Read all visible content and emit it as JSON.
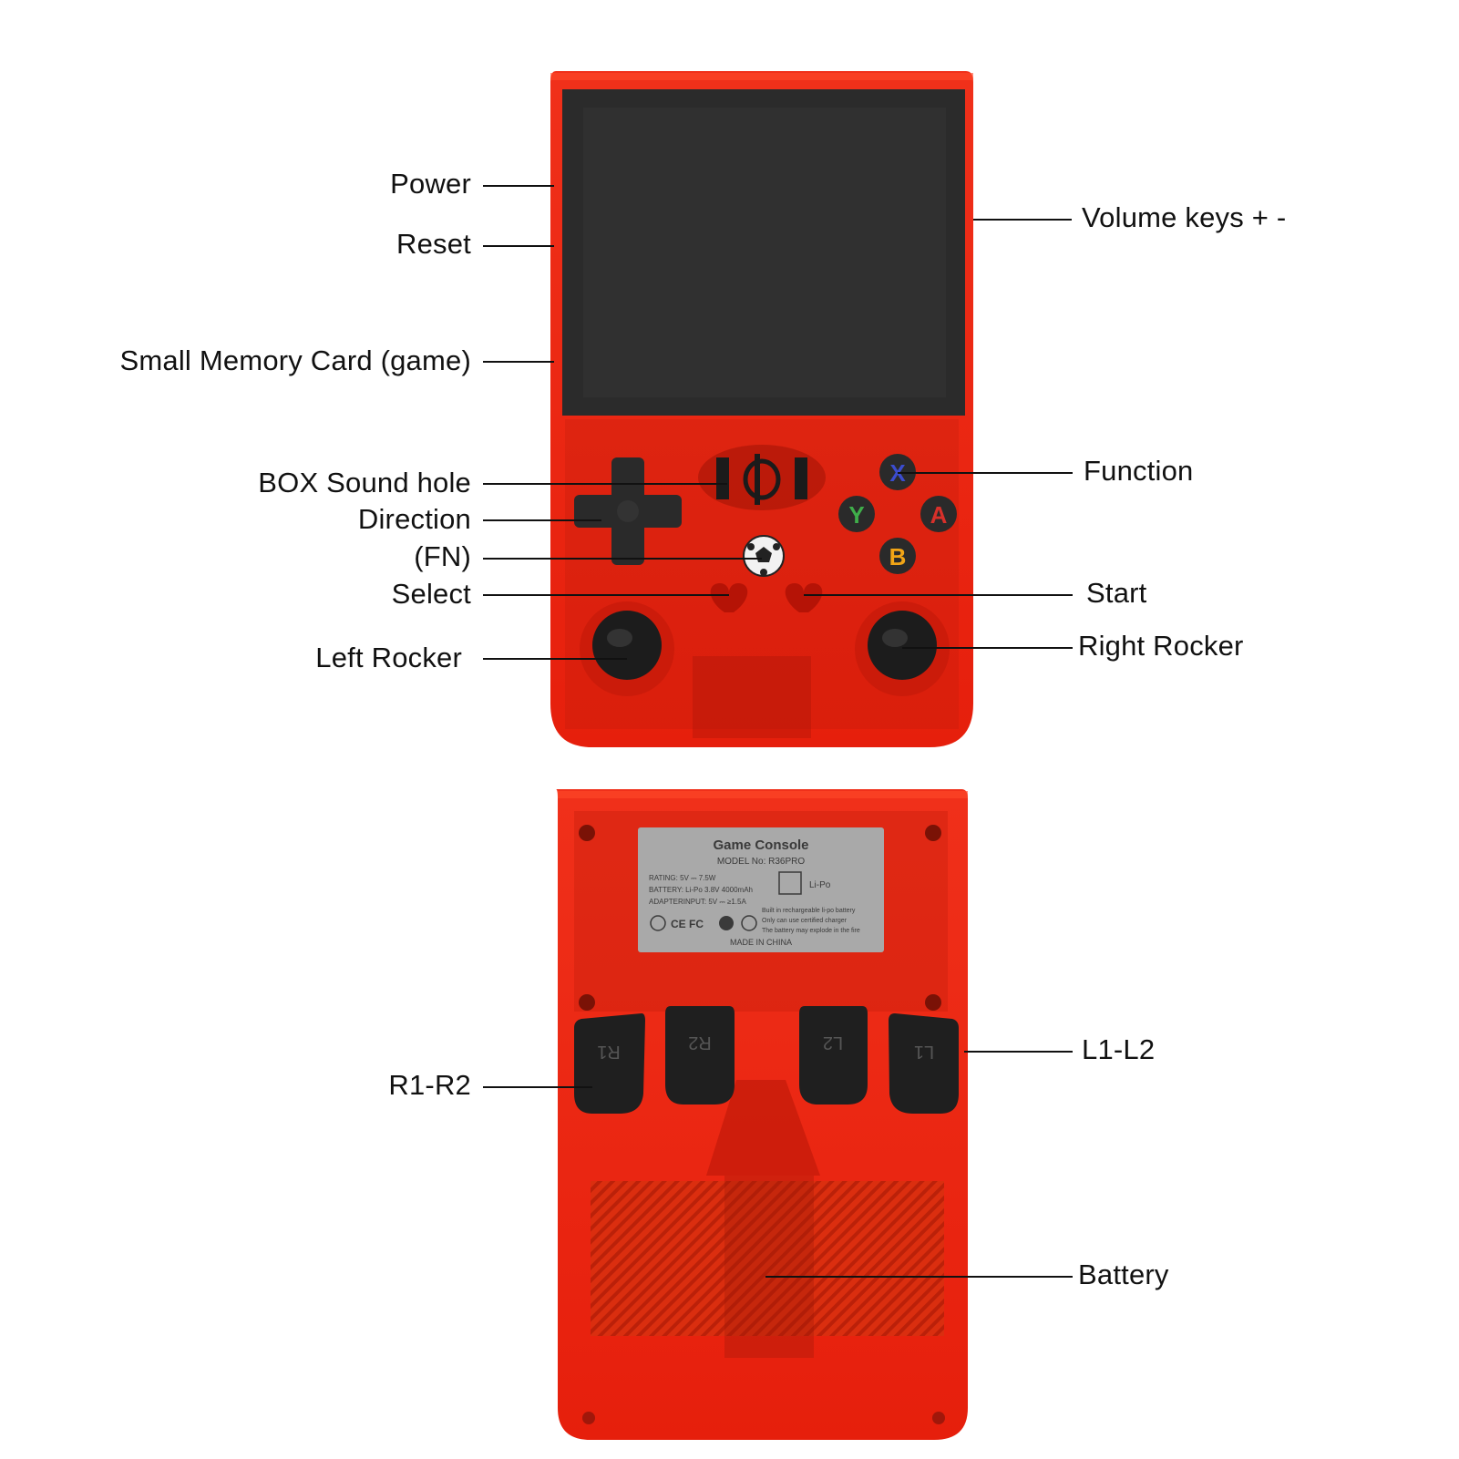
{
  "callouts_front": {
    "power": "Power",
    "reset": "Reset",
    "memory_card": "Small Memory Card (game)",
    "sound_hole": "BOX Sound hole",
    "direction": "Direction",
    "fn": "(FN)",
    "select": "Select",
    "left_rocker": "Left Rocker",
    "volume": "Volume keys + -",
    "function": "Function",
    "start": "Start",
    "right_rocker": "Right Rocker"
  },
  "callouts_back": {
    "r1r2": "R1-R2",
    "l1l2": "L1-L2",
    "battery": "Battery"
  },
  "buttons": {
    "x": "X",
    "y": "Y",
    "a": "A",
    "b": "B"
  },
  "shoulders": {
    "r1": "R1",
    "r2": "R2",
    "l2": "L2",
    "l1": "L1"
  },
  "sticker": {
    "title": "Game Console",
    "model": "MODEL No: R36PRO",
    "rating": "RATING: 5V ⎓ 7.5W",
    "battery": "BATTERY: Li-Po 3.8V 4000mAh",
    "adapter": "ADAPTERINPUT: 5V ⎓ ≥1.5A",
    "lipo": "Li-Po",
    "note1": "Built in rechargeable li-po battery",
    "note2": "Only can use certified charger",
    "note3": "The battery may explode in the fire",
    "origin": "MADE IN CHINA",
    "marks": "CE FC"
  },
  "colors": {
    "shell": "#e8230f",
    "shell_dark": "#b81408",
    "screen": "#2a2a2a",
    "button_x": "#3b4ccf",
    "button_y": "#3fae4a",
    "button_a": "#d8302a",
    "button_b": "#f2a516"
  }
}
